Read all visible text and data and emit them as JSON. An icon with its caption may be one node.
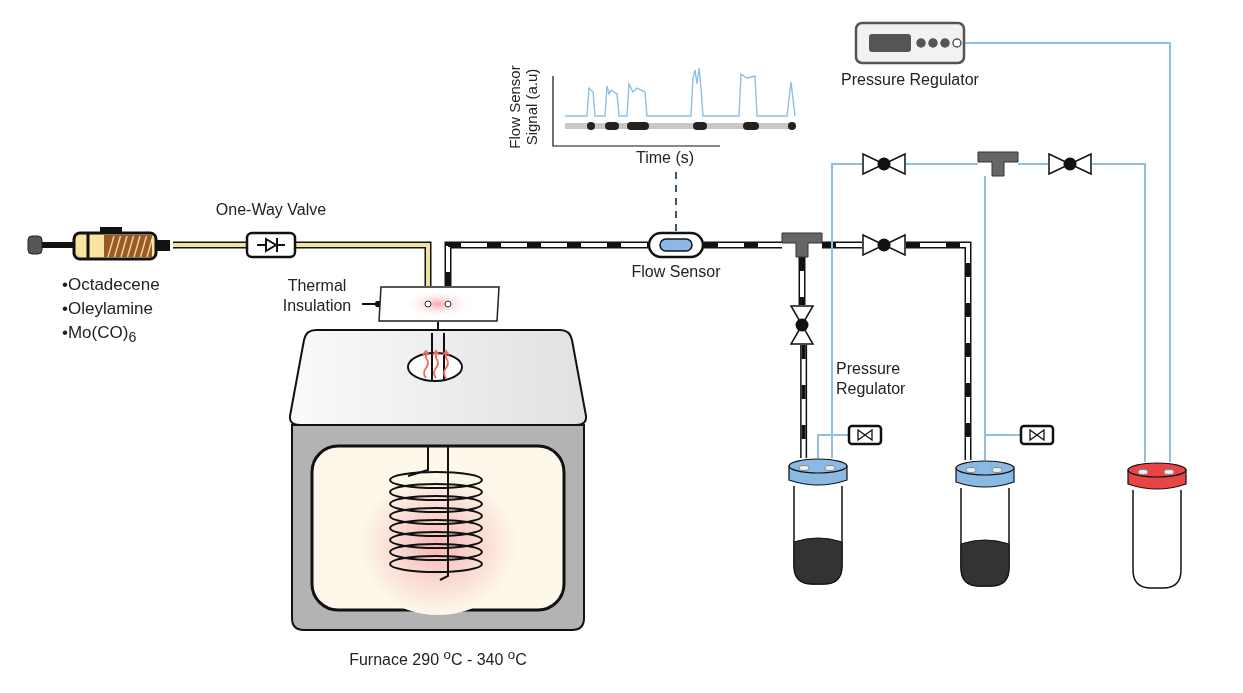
{
  "diagram": {
    "nodes": [
      {
        "text": [],
        "shape": "picture",
        "beside": [
          "•Octadecene",
          "•Oleylamine",
          "•Mo(CO)$_{6}$"
        ]
      },
      {
        "text": [
          "One-Way Valve"
        ]
      },
      {
        "text": [
          "Thermal Insulation"
        ]
      },
      {
        "text": [],
        "shape": "box"
      },
      {
        "text": [
          "Furnace 290 $^{o}$C - 340 $^{o}$C"
        ]
      },
      {
        "text": [
          "Flow Sensor Signal (a.u)",
          "Time (s)"
        ]
      },
      {
        "text": [
          "Flow Sensor"
        ]
      },
      {
        "text": [],
        "shape": "tee"
      },
      {
        "text": [],
        "shape": "valve"
      },
      {
        "text": [],
        "shape": "valve"
      },
      {
        "text": [],
        "shape": "valve"
      },
      {
        "text": [],
        "shape": "tee"
      },
      {
        "text": [],
        "shape": "valve"
      },
      {
        "text": [
          "Pressure Regulator"
        ]
      },
      {
        "text": [
          "Pressure Regulator"
        ]
      },
      {
        "text": [],
        "shape": "box"
      },
      {
        "text": [],
        "shape": "bottle"
      },
      {
        "text": [],
        "shape": "bottle"
      },
      {
        "text": [],
        "shape": "bottle"
      }
    ],
    "edges": [
      {
        "from": 0,
        "to": 1,
        "arrow": "none",
        "style": "thick",
        "color": "#f2e2a0"
      },
      {
        "from": 1,
        "to": 3,
        "arrow": "none",
        "style": "thick",
        "color": "#f2e2a0"
      },
      {
        "from": 3,
        "to": 6,
        "arrow": "none",
        "style": "thick",
        "color": "#ffffff"
      },
      {
        "from": 5,
        "to": 6,
        "arrow": "none",
        "style": "dashed",
        "color": "#3a5670"
      },
      {
        "from": 6,
        "to": 7,
        "arrow": "none",
        "style": "thick",
        "color": "#ffffff"
      },
      {
        "from": 7,
        "to": 8,
        "arrow": "none",
        "style": "thick",
        "color": "#ffffff"
      },
      {
        "from": 8,
        "to": 16,
        "arrow": "none",
        "style": "thick",
        "color": "#ffffff"
      },
      {
        "from": 7,
        "to": 9,
        "arrow": "none",
        "style": "thick",
        "color": "#ffffff"
      },
      {
        "from": 9,
        "to": 17,
        "arrow": "none",
        "style": "thick",
        "color": "#ffffff"
      },
      {
        "from": 10,
        "to": 16,
        "arrow": "none",
        "color": "#8fbfe6"
      },
      {
        "from": 10,
        "to": 11,
        "arrow": "none",
        "color": "#8fbfe6"
      },
      {
        "from": 11,
        "to": 17,
        "arrow": "none",
        "color": "#8fbfe6"
      },
      {
        "from": 11,
        "to": 12,
        "arrow": "none",
        "color": "#8fbfe6"
      },
      {
        "from": 12,
        "to": 18,
        "arrow": "none",
        "color": "#8fbfe6"
      },
      {
        "from": 13,
        "to": 18,
        "arrow": "none",
        "color": "#8fbfe6"
      },
      {
        "from": 14,
        "to": 16,
        "arrow": "none",
        "color": "#8fbfe6"
      },
      {
        "from": 15,
        "to": 17,
        "arrow": "none",
        "color": "#8fbfe6"
      },
      {
        "from": 2,
        "to": 3,
        "arrow": "other",
        "color": "#111111"
      },
      {
        "from": 3,
        "to": 4,
        "arrow": "none",
        "color": "#111111"
      }
    ]
  }
}
